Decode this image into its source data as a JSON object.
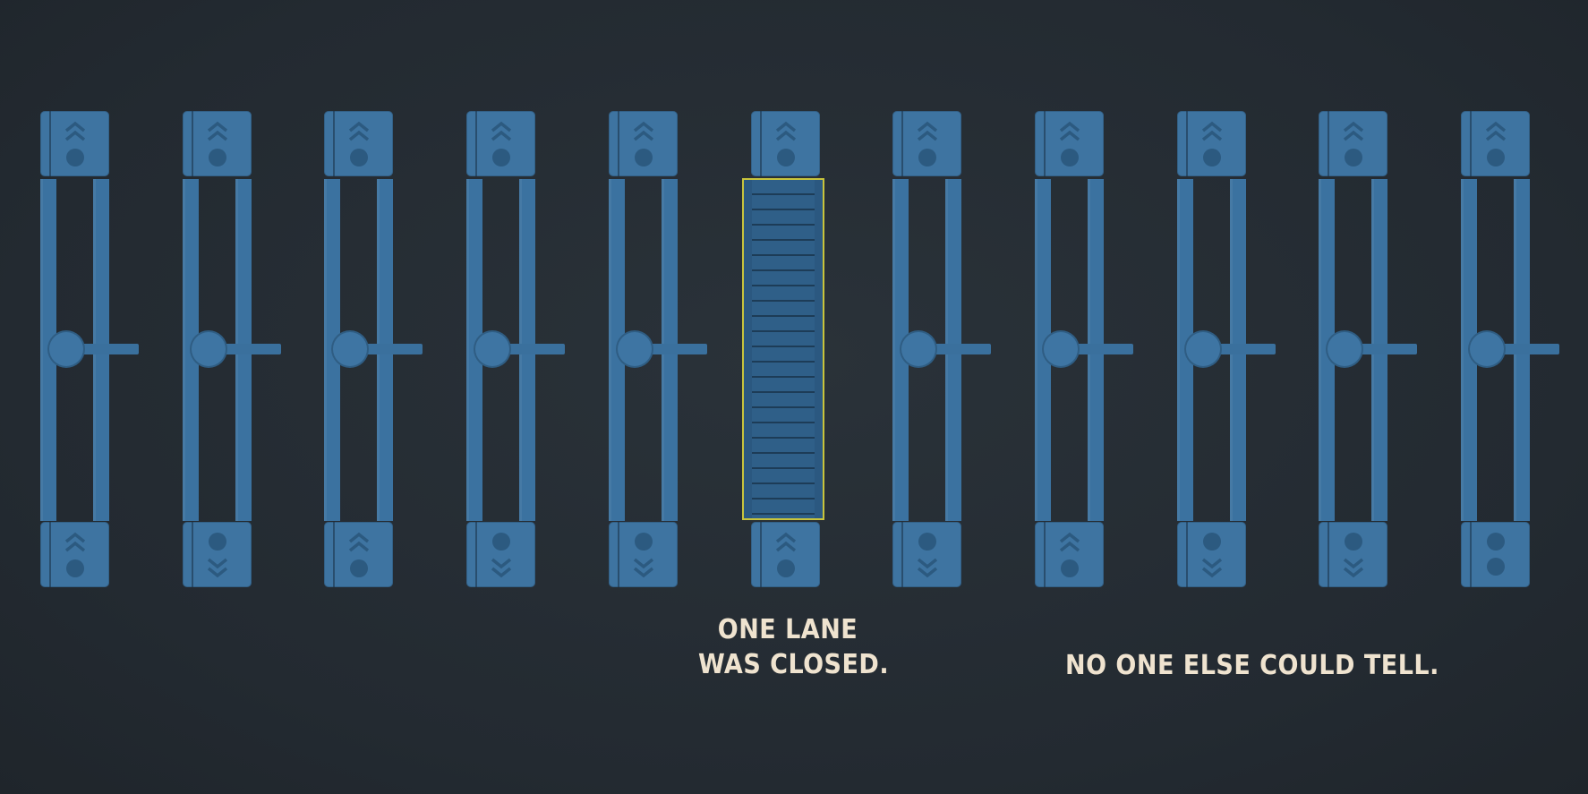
{
  "colors": {
    "background": "#252c33",
    "gate_blue": "#3e74a1",
    "closed_outline": "#c8c43c",
    "caption_text": "#efe3cf"
  },
  "gates": [
    {
      "state": "open",
      "top_icon": "chevrons-up-dot-icon",
      "bottom_icon": "chevrons-up-dot-icon"
    },
    {
      "state": "open",
      "top_icon": "chevrons-up-dot-icon",
      "bottom_icon": "dot-chevrons-down-icon"
    },
    {
      "state": "open",
      "top_icon": "chevrons-up-dot-icon",
      "bottom_icon": "chevrons-up-dot-icon"
    },
    {
      "state": "open",
      "top_icon": "chevrons-up-dot-icon",
      "bottom_icon": "dot-chevrons-down-icon"
    },
    {
      "state": "open",
      "top_icon": "chevrons-up-dot-icon",
      "bottom_icon": "dot-chevrons-down-icon"
    },
    {
      "state": "closed",
      "top_icon": "chevrons-up-dot-icon",
      "bottom_icon": "chevrons-up-dot-icon"
    },
    {
      "state": "open",
      "top_icon": "chevrons-up-dot-icon",
      "bottom_icon": "dot-chevrons-down-icon"
    },
    {
      "state": "open",
      "top_icon": "chevrons-up-dot-icon",
      "bottom_icon": "chevrons-up-dot-icon"
    },
    {
      "state": "open",
      "top_icon": "chevrons-up-dot-icon",
      "bottom_icon": "dot-chevrons-down-icon"
    },
    {
      "state": "open",
      "top_icon": "chevrons-up-dot-icon",
      "bottom_icon": "dot-chevrons-down-icon"
    },
    {
      "state": "open",
      "top_icon": "chevrons-up-dot-icon",
      "bottom_icon": "dot-dot-icon"
    }
  ],
  "captions": {
    "left_line1": "ONE LANE",
    "left_line2": "WAS CLOSED.",
    "right": "NO ONE ELSE COULD TELL."
  }
}
